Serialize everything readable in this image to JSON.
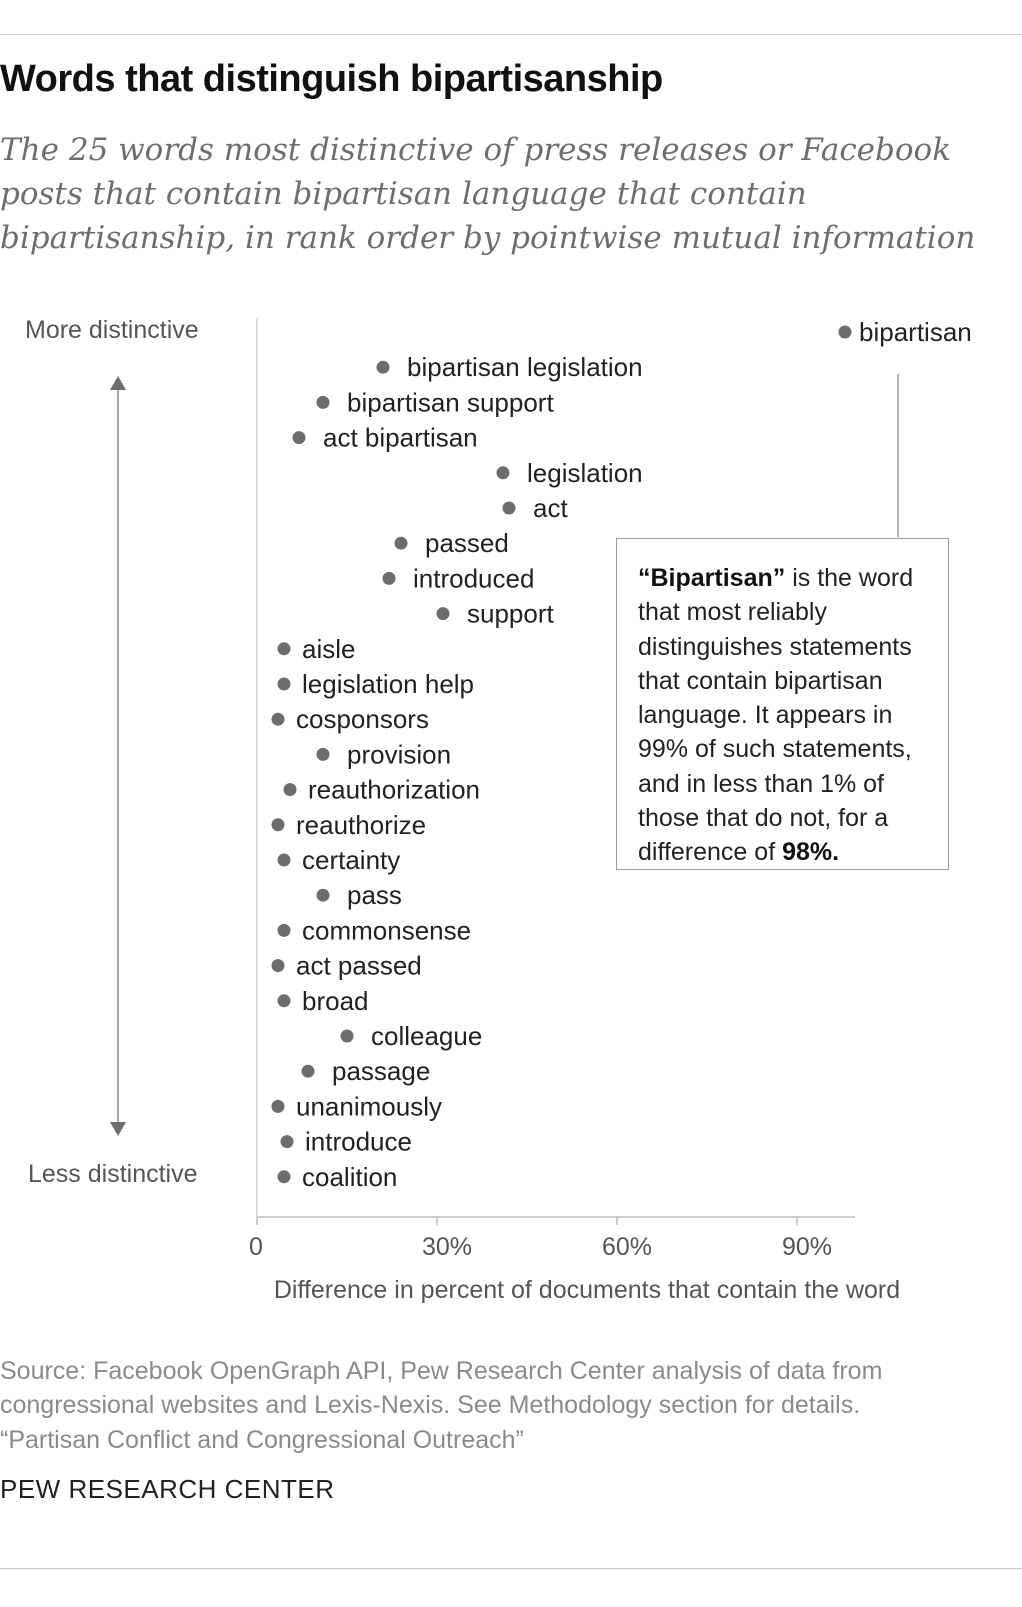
{
  "header": {
    "title": "Words that distinguish bipartisanship",
    "subtitle": "The 25 words most distinctive of press releases or Facebook posts that contain bipartisan language that contain bipartisanship, in rank order by pointwise mutual information"
  },
  "chart_data": {
    "type": "scatter",
    "title": "Words that distinguish bipartisanship",
    "xlabel": "Difference in percent of documents that contain the word",
    "ylabel_top": "More distinctive",
    "ylabel_bottom": "Less distinctive",
    "xlim": [
      0,
      100
    ],
    "x_ticks": [
      0,
      30,
      60,
      90
    ],
    "x_tick_labels": [
      "0",
      "30%",
      "60%",
      "90%"
    ],
    "y_order": "rank (top = more distinctive)",
    "series": [
      {
        "points": [
          {
            "word": "bipartisan",
            "x": 98
          },
          {
            "word": "bipartisan legislation",
            "x": 21
          },
          {
            "word": "bipartisan support",
            "x": 11
          },
          {
            "word": "act bipartisan",
            "x": 7
          },
          {
            "word": "legislation",
            "x": 41
          },
          {
            "word": "act",
            "x": 42
          },
          {
            "word": "passed",
            "x": 24
          },
          {
            "word": "introduced",
            "x": 22
          },
          {
            "word": "support",
            "x": 31
          },
          {
            "word": "aisle",
            "x": 4.5
          },
          {
            "word": "legislation help",
            "x": 4.5
          },
          {
            "word": "cosponsors",
            "x": 3.5
          },
          {
            "word": "provision",
            "x": 11
          },
          {
            "word": "reauthorization",
            "x": 5.5
          },
          {
            "word": "reauthorize",
            "x": 3.5
          },
          {
            "word": "certainty",
            "x": 4.5
          },
          {
            "word": "pass",
            "x": 11
          },
          {
            "word": "commonsense",
            "x": 4.5
          },
          {
            "word": "act passed",
            "x": 3.5
          },
          {
            "word": "broad",
            "x": 4.5
          },
          {
            "word": "colleague",
            "x": 15
          },
          {
            "word": "passage",
            "x": 8.5
          },
          {
            "word": "unanimously",
            "x": 3.5
          },
          {
            "word": "introduce",
            "x": 5
          },
          {
            "word": "coalition",
            "x": 4.5
          }
        ]
      }
    ],
    "grid": false,
    "colors": {
      "point": "#6d6d6d",
      "axis": "#8c8c8c",
      "text": "#222222"
    }
  },
  "annotation": {
    "lead": "“Bipartisan”",
    "body": " is the word that most reliably distinguishes statements that contain bipartisan language.  It appears in 99% of such statements, and in less than 1% of those that do not, for a difference of ",
    "emph": "98%."
  },
  "footer": {
    "source_lines": [
      "Source: Facebook OpenGraph API, Pew Research Center analysis of data from",
      "congressional websites and Lexis-Nexis. See Methodology section for details.",
      "“Partisan Conflict and Congressional Outreach”"
    ],
    "brand": "PEW RESEARCH CENTER"
  }
}
